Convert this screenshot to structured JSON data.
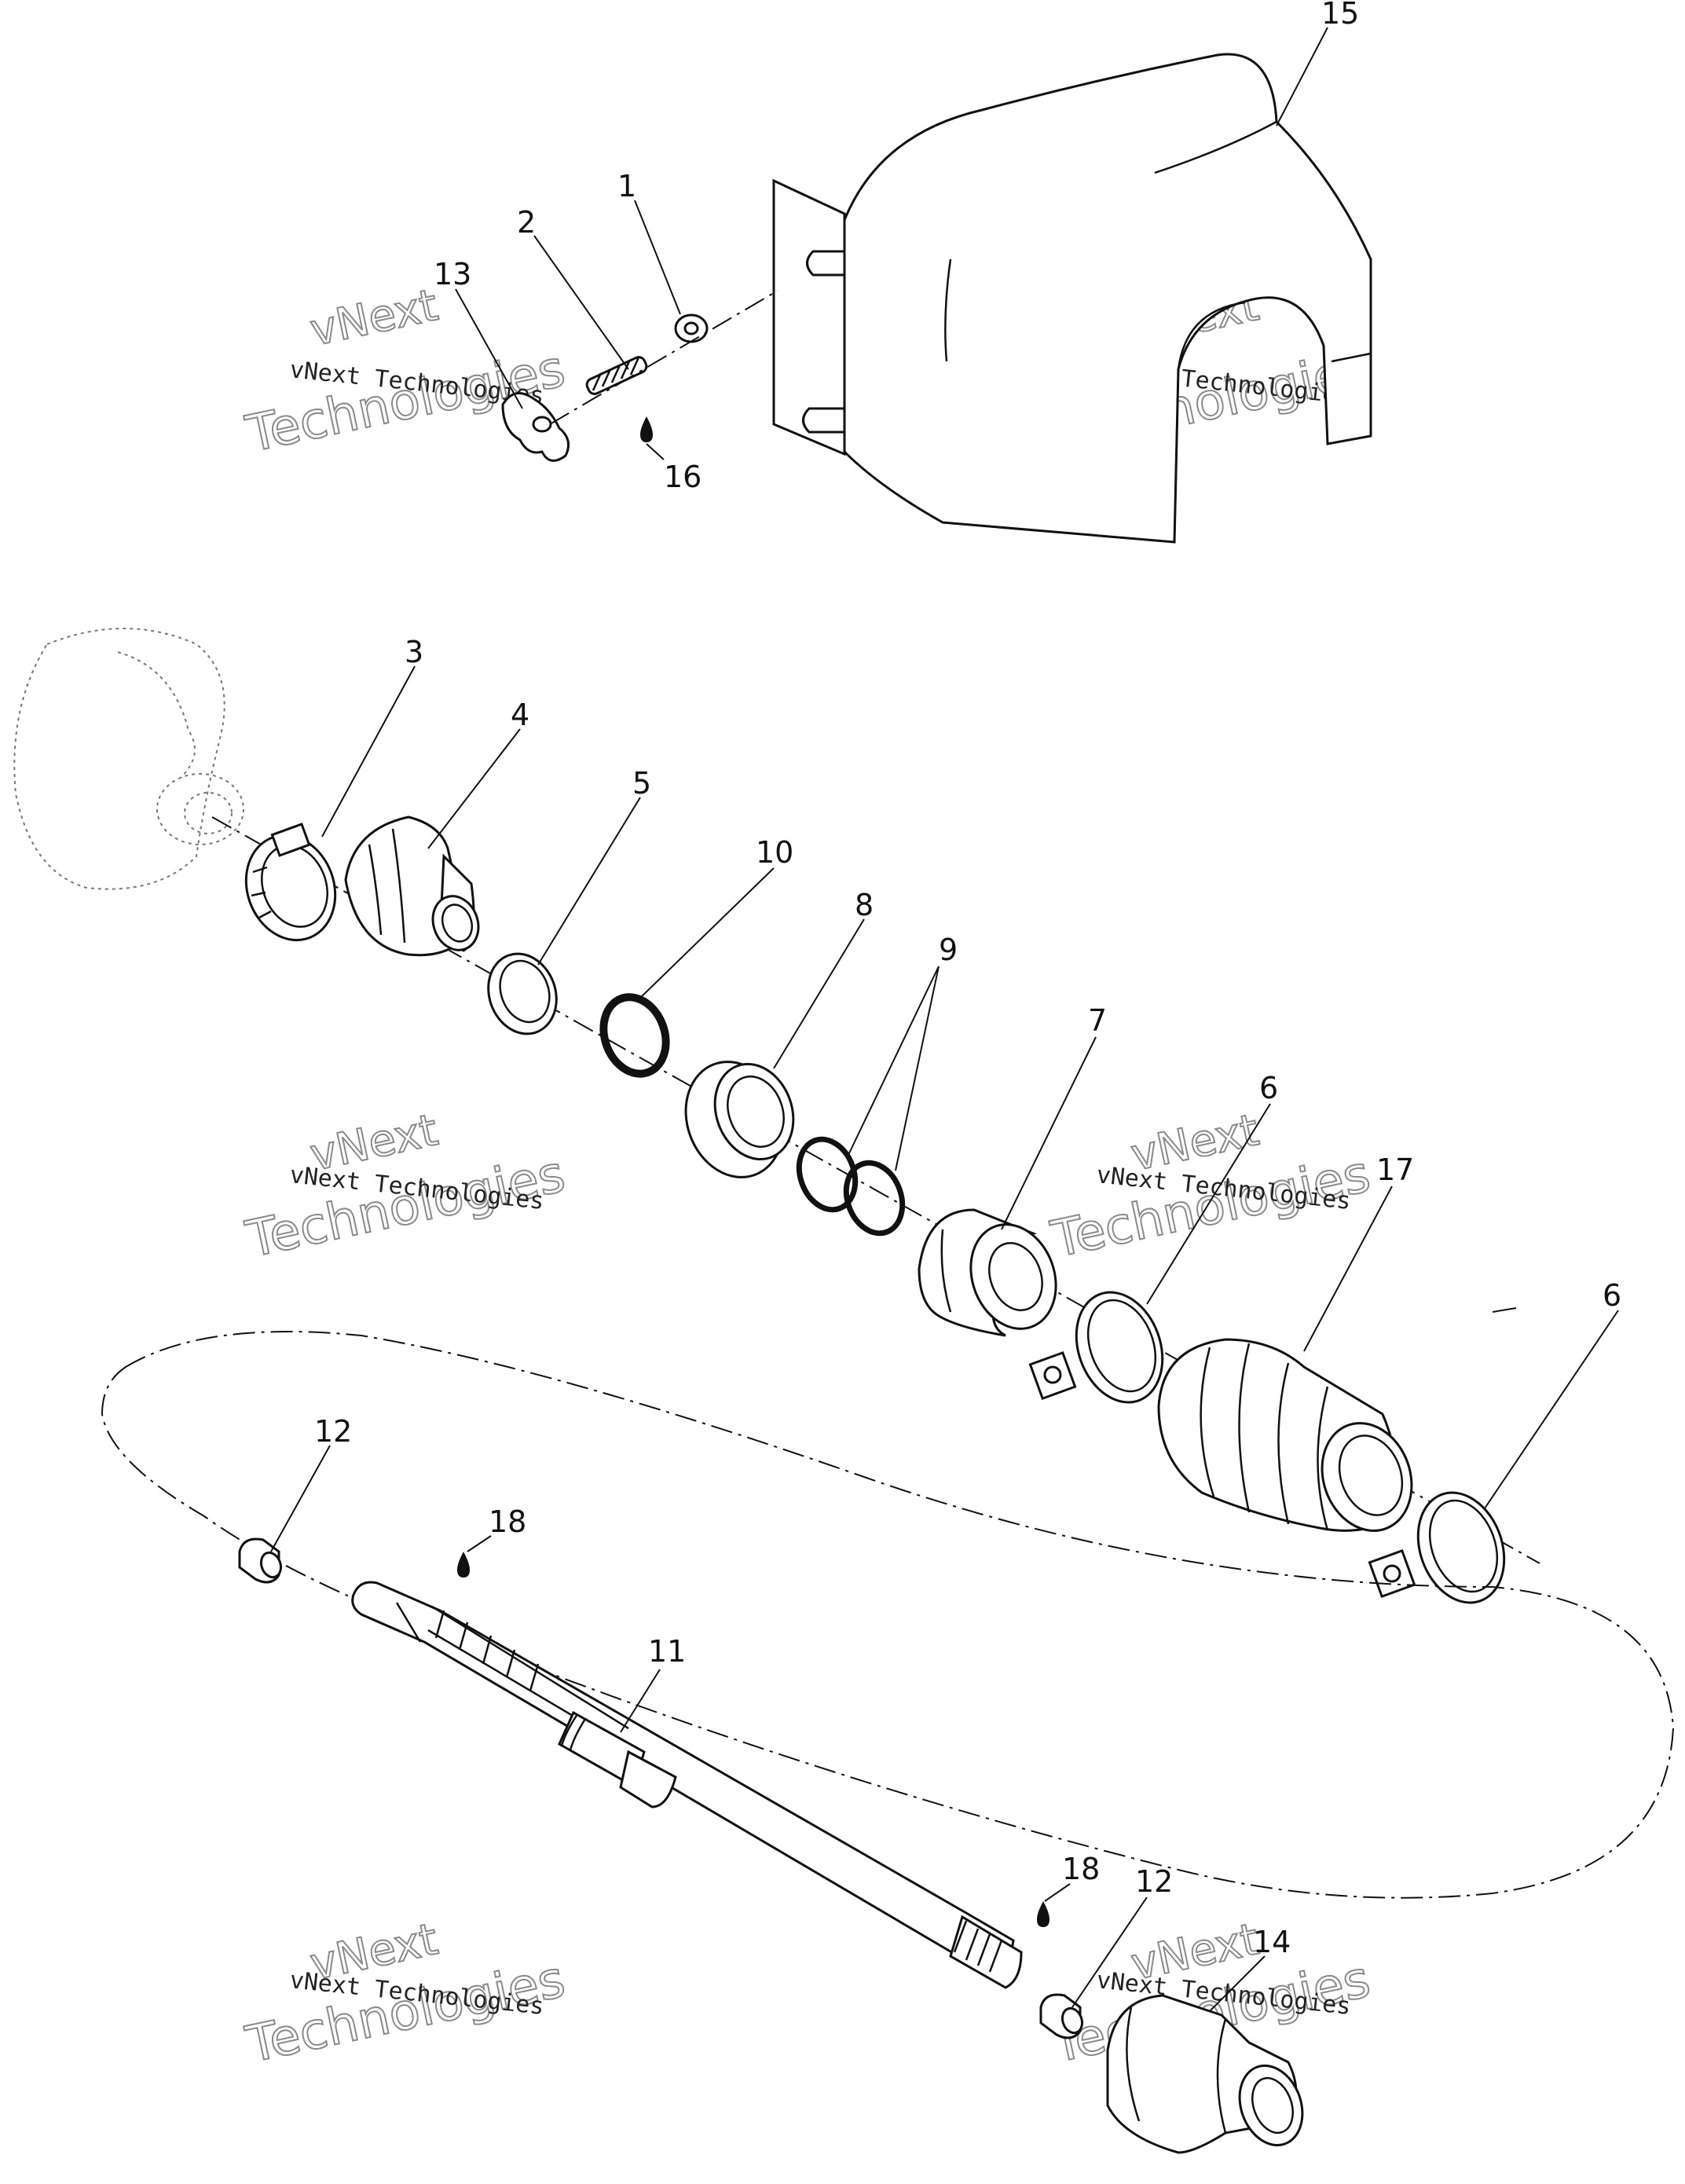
{
  "callouts": {
    "c1": "1",
    "c2": "2",
    "c3": "3",
    "c4": "4",
    "c5": "5",
    "c6a": "6",
    "c6b": "6",
    "c7": "7",
    "c8": "8",
    "c9": "9",
    "c10": "10",
    "c11": "11",
    "c12a": "12",
    "c12b": "12",
    "c13": "13",
    "c14": "14",
    "c15": "15",
    "c16": "16",
    "c17": "17",
    "c18a": "18",
    "c18b": "18"
  },
  "watermark": {
    "line_small": "vNext Technologies",
    "line_big_top": "vNext",
    "line_big_bottom": "Technologies"
  },
  "colors": {
    "ink": "#111111",
    "watermark": "#8a8a8a",
    "background": "#ffffff"
  },
  "icons": {
    "lubricant": "oil-drop-icon"
  }
}
